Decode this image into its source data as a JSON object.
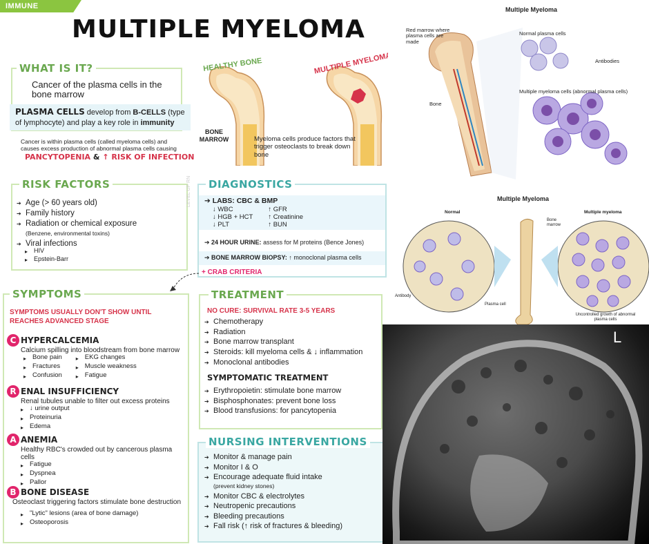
{
  "tag": "IMMUNE",
  "title": "MULTIPLE MYELOMA",
  "what": {
    "header": "WHAT IS IT?",
    "def1": "Cancer of the plasma cells in the bone marrow",
    "pc_bold": "PLASMA CELLS",
    "pc_rest": " develop from ",
    "pc_bold2": "B-CELLS",
    "pc_rest2": " (type of lymphocyte) and play a key role in ",
    "pc_bold3": "immunity",
    "note": "Cancer is within plasma cells (called myeloma cells) and causes excess production of abnormal plasma cells causing",
    "pancy": "PANCYTOPENIA",
    "amp": " & ",
    "infection": "↑ RISK OF INFECTION"
  },
  "bones": {
    "healthy": "HEALTHY BONE",
    "myeloma": "MULTIPLE MYELOMA",
    "marrow": "BONE MARROW",
    "caption": "Myeloma cells produce factors that trigger osteoclasts to break down bone"
  },
  "risk": {
    "header": "RISK FACTORS",
    "items": [
      "Age (> 60 years old)",
      "Family history",
      "Radiation or chemical exposure",
      "Viral infections"
    ],
    "rad_note": "(Benzene, environmental toxins)",
    "viral": [
      "HIV",
      "Epstein-Barr"
    ]
  },
  "diag": {
    "header": "DIAGNOSTICS",
    "labs": "LABS: CBC & BMP",
    "labs_left": [
      "↓ WBC",
      "↓ HGB + HCT",
      "↓ PLT"
    ],
    "labs_right": [
      "↑ GFR",
      "↑ Creatinine",
      "↑ BUN"
    ],
    "urine_b": "24 HOUR URINE:",
    "urine": " assess for M proteins (Bence Jones)",
    "biopsy_b": "BONE MARROW BIOPSY:",
    "biopsy": " ↑ monoclonal plasma cells",
    "crab": "+ CRAB CRITERIA",
    "watermark": "LEVEL UP RN"
  },
  "sym": {
    "header": "SYMPTOMS",
    "warn": "SYMPTOMS USUALLY DON'T SHOW UNTIL REACHES ADVANCED STAGE",
    "c": {
      "l": "C",
      "t": "HYPERCALCEMIA",
      "pre": "HYPER",
      "d": "Calcium spilling into bloodstream from bone marrow",
      "a": [
        "Bone pain",
        "Fractures",
        "Confusion"
      ],
      "b": [
        "EKG changes",
        "Muscle weakness",
        "Fatigue"
      ]
    },
    "r": {
      "l": "R",
      "t": "ENAL INSUFFICIENCY",
      "d": "Renal tubules unable to filter out excess proteins",
      "a": [
        "↓ urine output",
        "Proteinuria",
        "Edema"
      ]
    },
    "a": {
      "l": "A",
      "t": "ANEMIA",
      "d": "Healthy RBC's crowded out by cancerous plasma cells",
      "a": [
        "Fatigue",
        "Dyspnea",
        "Pallor"
      ]
    },
    "b": {
      "l": "B",
      "t": "BONE DISEASE",
      "d": "Osteoclast triggering factors stimulate bone destruction",
      "a": [
        "\"Lytic\" lesions (area of bone damage)",
        "Osteoporosis"
      ]
    }
  },
  "treat": {
    "header": "TREATMENT",
    "nocure": "NO CURE: SURVIVAL RATE 3-5 YEARS",
    "items": [
      "Chemotherapy",
      "Radiation",
      "Bone marrow transplant",
      "Steroids: kill myeloma cells & ↓ inflammation",
      "Monoclonal antibodies"
    ],
    "symp_h": "SYMPTOMATIC TREATMENT",
    "symp": [
      "Erythropoietin: stimulate bone marrow",
      "Bisphosphonates: prevent bone loss",
      "Blood transfusions: for pancytopenia"
    ]
  },
  "nurse": {
    "header": "NURSING INTERVENTIONS",
    "items": [
      "Monitor & manage pain",
      "Monitor I & O",
      "Encourage adequate fluid intake",
      "Monitor CBC & electrolytes",
      "Neutropenic precautions",
      "Bleeding precautions",
      "Fall risk (↑ risk of fractures & bleeding)"
    ],
    "fluid_note": "(prevent kidney stones)"
  },
  "fig1": {
    "title": "Multiple Myeloma",
    "red": "Red marrow where plasma cells are made",
    "bone": "Bone",
    "normal": "Normal plasma cells",
    "antib": "Antibodies",
    "mm": "Multiple myeloma cells (abnormal plasma cells)"
  },
  "fig2": {
    "title": "Multiple Myeloma",
    "normal": "Normal",
    "mm": "Multiple myeloma",
    "marrow": "Bone marrow",
    "antibody": "Antibody",
    "pcell": "Plasma cell",
    "unc": "Uncontrolled growth of abnormal plasma cells"
  },
  "xray": {
    "mark": "L"
  },
  "colors": {
    "green": "#8bc540",
    "red": "#d6334a",
    "teal": "#3aa7a2",
    "pink": "#e1256b"
  }
}
